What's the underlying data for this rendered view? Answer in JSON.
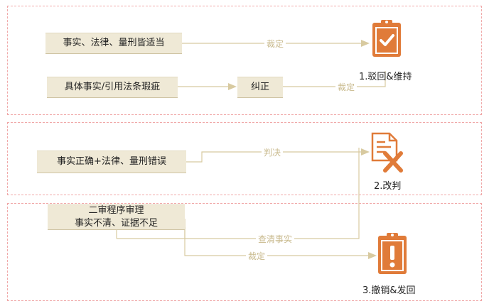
{
  "sections": [
    {
      "boxes": [
        {
          "text": "事实、法律、量刑皆适当"
        },
        {
          "text": "具体事实/引用法条瑕疵"
        },
        {
          "text": "纠正"
        }
      ],
      "labels": [
        "裁定",
        "裁定"
      ],
      "result": {
        "text": "1.驳回&维持",
        "icon": "clipboard-check-icon"
      }
    },
    {
      "boxes": [
        {
          "text": "事实正确+法律、量刑错误"
        }
      ],
      "labels": [
        "判决"
      ],
      "result": {
        "text": "2.改判",
        "icon": "document-x-icon"
      }
    },
    {
      "boxes": [
        {
          "lines": [
            "二审程序审理",
            "事实不清、证据不足"
          ]
        }
      ],
      "labels": [
        "查清事实",
        "裁定"
      ],
      "result": {
        "text": "3.撤销&发回",
        "icon": "clipboard-exclamation-icon"
      }
    }
  ],
  "colors": {
    "accent": "#e07b39",
    "connector": "#d8caa0",
    "section_border": "#f0a8a8",
    "box_fill": "#efe9d6"
  }
}
